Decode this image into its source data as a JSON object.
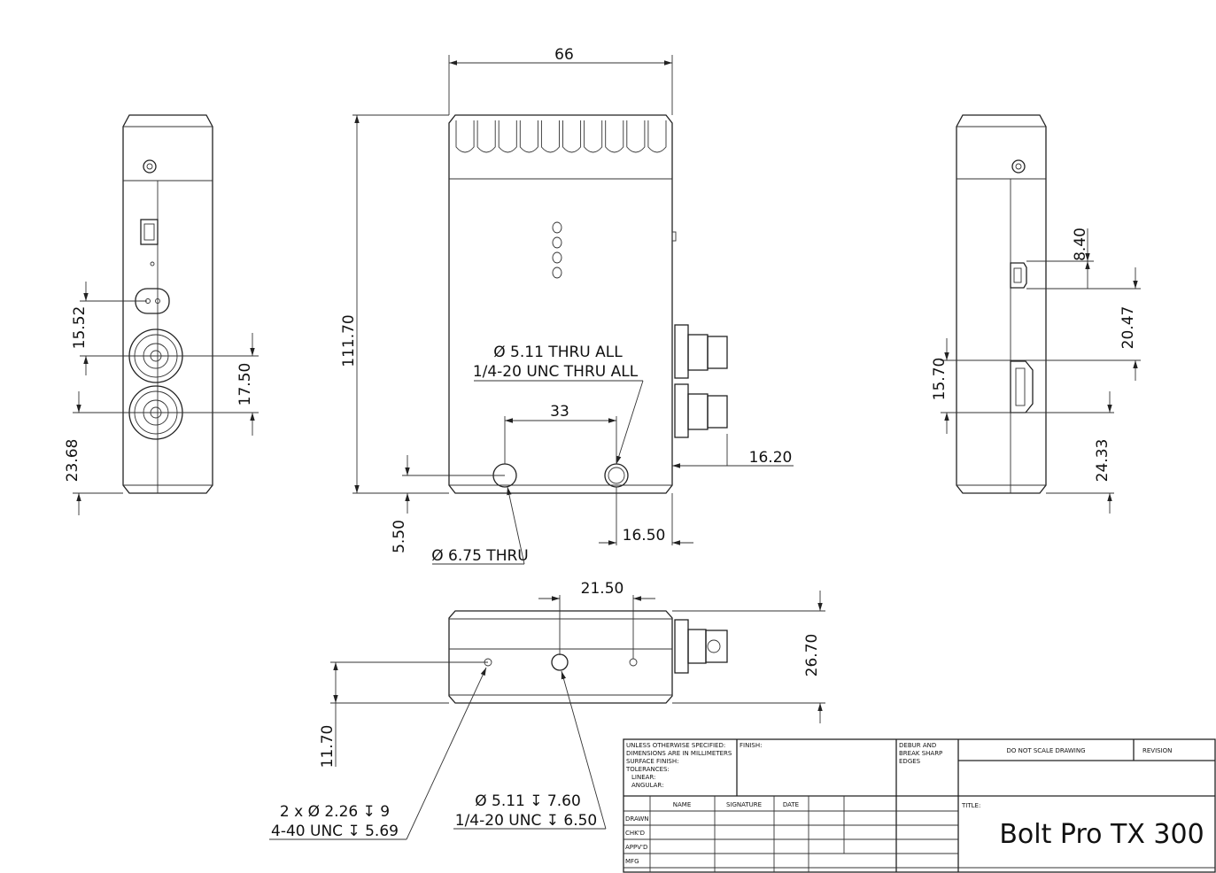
{
  "dimensions": {
    "width_66": "66",
    "height_111_70": "111.70",
    "hole_note_1": "Ø 5.11 THRU ALL",
    "hole_note_2": "1/4-20 UNC  THRU ALL",
    "spacing_33": "33",
    "offset_16_20": "16.20",
    "offset_5_50": "5.50",
    "hole_6_75": "Ø 6.75 THRU",
    "offset_16_50": "16.50",
    "left_15_52": "15.52",
    "left_17_50": "17.50",
    "left_23_68": "23.68",
    "right_8_40": "8.40",
    "right_20_47": "20.47",
    "right_15_70": "15.70",
    "right_24_33": "24.33",
    "bottom_21_50": "21.50",
    "bottom_26_70": "26.70",
    "bottom_11_70": "11.70",
    "bottom_note_a1": "2 x Ø 2.26 ↧ 9",
    "bottom_note_a2": "4-40 UNC  ↧ 5.69",
    "bottom_note_b1": "Ø 5.11 ↧ 7.60",
    "bottom_note_b2": "1/4-20 UNC  ↧ 6.50"
  },
  "title_block": {
    "general_notes": [
      "UNLESS OTHERWISE SPECIFIED:",
      "DIMENSIONS ARE IN MILLIMETERS",
      "SURFACE FINISH:",
      "TOLERANCES:",
      "LINEAR:",
      "ANGULAR:"
    ],
    "finish_label": "FINISH:",
    "debur_note": [
      "DEBUR AND",
      "BREAK SHARP",
      "EDGES"
    ],
    "do_not_scale": "DO NOT SCALE DRAWING",
    "revision_label": "REVISION",
    "col_name": "NAME",
    "col_signature": "SIGNATURE",
    "col_date": "DATE",
    "rows": [
      "DRAWN",
      "CHK'D",
      "APPV'D",
      "MFG"
    ],
    "title_label": "TITLE:",
    "title": "Bolt Pro TX 300"
  }
}
